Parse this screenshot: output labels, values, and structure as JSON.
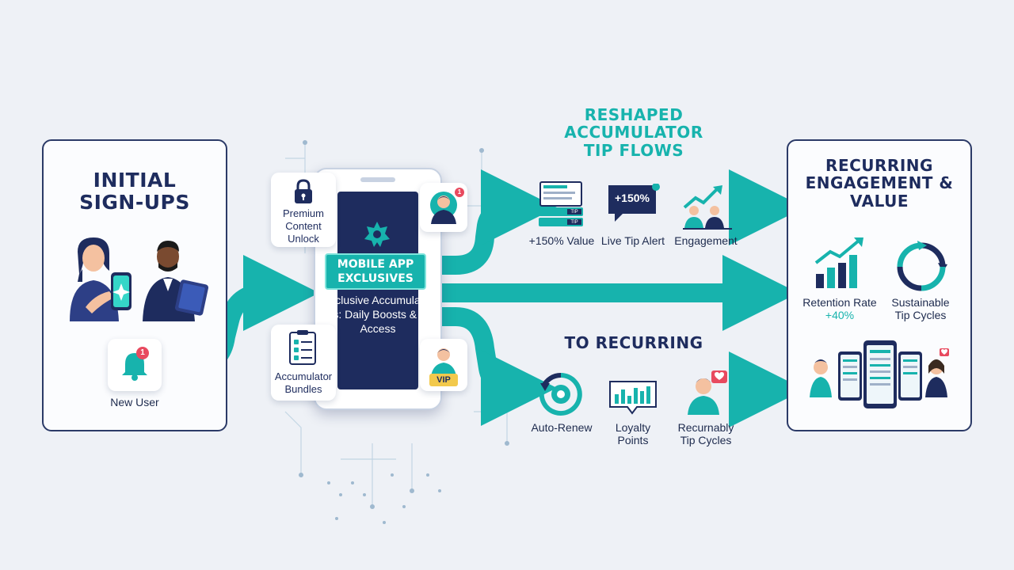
{
  "colors": {
    "teal": "#17b3ad",
    "navy": "#1e2c5e",
    "background": "#eef1f6",
    "panel_border": "#2b3a67",
    "alert_red": "#e84a5f",
    "vip_yellow": "#f2c94c"
  },
  "left_panel": {
    "title": "INITIAL SIGN-UPS",
    "new_user_label": "New User",
    "notification_count": "1",
    "icons": [
      "woman-with-phone-icon",
      "man-with-tablet-icon",
      "bell-icon"
    ]
  },
  "phone_hub": {
    "title": "MOBILE APP EXCLUSIVES",
    "subtitle": "Exclusive Accumulator Tips: Daily Boosts & VIP Access",
    "badge_count": "1",
    "vip_label": "VIP",
    "premium_card": "Premium Content Unlock",
    "bundles_card": "Accumulator Bundles"
  },
  "top_flow": {
    "title": "RESHAPED ACCUMULATOR TIP FLOWS",
    "items": [
      {
        "label": "+150% Value",
        "icon": "odds-card-icon"
      },
      {
        "label": "Live Tip Alert",
        "icon": "chat-alert-icon",
        "bubble": "+150%"
      },
      {
        "label": "Engagement",
        "icon": "growth-people-icon"
      }
    ],
    "tip_tags": [
      "TIP",
      "TIP"
    ]
  },
  "bottom_flow": {
    "title": "TO RECURRING",
    "items": [
      {
        "label": "Auto-Renew",
        "icon": "auto-renew-icon"
      },
      {
        "label": "Loyalty Points",
        "icon": "bar-chart-bubble-icon"
      },
      {
        "label": "Recurnably Tip Cycles",
        "icon": "person-heart-icon"
      }
    ]
  },
  "right_panel": {
    "title": "RECURRING ENGAGEMENT & VALUE",
    "retention_label": "Retention Rate",
    "retention_value": "+40%",
    "cycles_label": "Sustainable Tip Cycles"
  }
}
